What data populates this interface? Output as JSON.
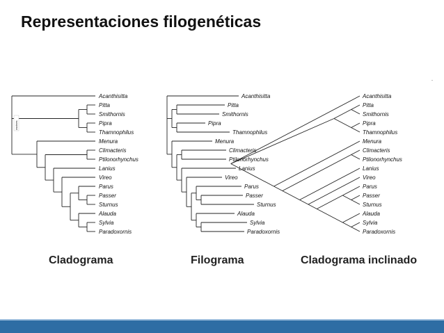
{
  "title": "Representaciones filogenéticas",
  "taxa": [
    "Acanthisitta",
    "Pitta",
    "Smithornis",
    "Pipra",
    "Thamnophilus",
    "Menura",
    "Climacteris",
    "Ptilonorhynchus",
    "Lanius",
    "Vireo",
    "Parus",
    "Passer",
    "Sturnus",
    "Alauda",
    "Sylvia",
    "Paradoxornis"
  ],
  "side_label": "oscines",
  "captions": {
    "cladogram": "Cladograma",
    "phylogram": "Filograma",
    "slanted": "Cladograma inclinado"
  },
  "colors": {
    "footer": "#2e6da4",
    "line": "#222222"
  }
}
